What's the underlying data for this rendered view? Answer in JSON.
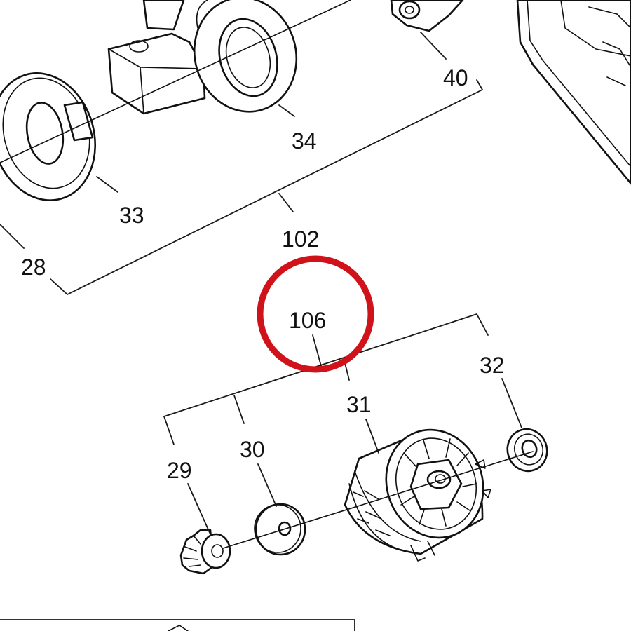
{
  "callouts": {
    "c40": "40",
    "c34": "34",
    "c33": "33",
    "c102": "102",
    "c28": "28",
    "c106": "106",
    "c32": "32",
    "c31": "31",
    "c30": "30",
    "c29": "29"
  },
  "highlight": {
    "target": "106",
    "color": "#d0121b"
  },
  "icons": {
    "housing": "gear-housing-icon",
    "washer": "thrust-washer-icon",
    "motor": "motor-icon",
    "bearing": "ball-bearing-icon",
    "pinion": "pinion-gear-icon",
    "spacer": "spacer-disc-icon"
  }
}
